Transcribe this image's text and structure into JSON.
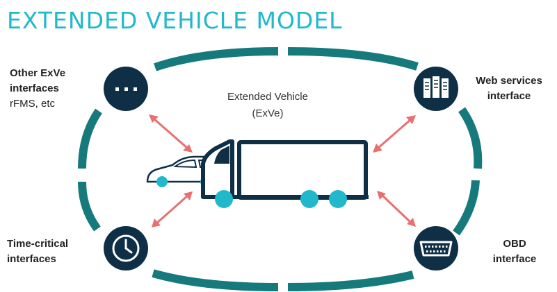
{
  "title": "EXTENDED VEHICLE MODEL",
  "center": {
    "line1": "Extended Vehicle",
    "line2": "(ExVe)"
  },
  "nodes": {
    "other": {
      "line1": "Other ExVe",
      "line2": "interfaces",
      "line3": "rFMS, etc",
      "icon": "ellipsis-icon"
    },
    "web": {
      "line1": "Web services",
      "line2": "interface",
      "icon": "server-icon"
    },
    "time": {
      "line1": "Time-critical",
      "line2": "interfaces",
      "icon": "clock-icon"
    },
    "obd": {
      "line1": "OBD",
      "line2": "interface",
      "icon": "obd-connector-icon"
    }
  },
  "colors": {
    "ring": "#167a7d",
    "node": "#0e2f45",
    "accent": "#21b8cc",
    "arrow": "#e87070",
    "vehicle": "#0e2f45"
  }
}
